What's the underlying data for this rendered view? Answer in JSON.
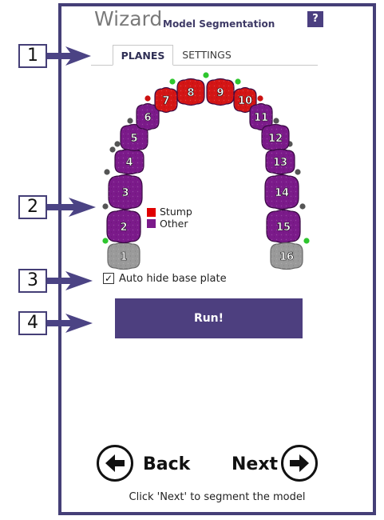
{
  "header": {
    "title": "Wizard",
    "subtitle": "Model Segmentation",
    "help_label": "?"
  },
  "tabs": [
    {
      "label": "PLANES",
      "active": true
    },
    {
      "label": "SETTINGS",
      "active": false
    }
  ],
  "callouts": [
    "1",
    "2",
    "3",
    "4"
  ],
  "teeth": {
    "numbers": [
      "1",
      "2",
      "3",
      "4",
      "5",
      "6",
      "7",
      "8",
      "9",
      "10",
      "11",
      "12",
      "13",
      "14",
      "15",
      "16"
    ],
    "types": [
      "base",
      "other",
      "other",
      "other",
      "other",
      "other",
      "stump",
      "stump",
      "stump",
      "stump",
      "other",
      "other",
      "other",
      "other",
      "other",
      "base"
    ]
  },
  "legend": [
    {
      "label": "Stump",
      "color": "#e00000"
    },
    {
      "label": "Other",
      "color": "#7b1a8a"
    }
  ],
  "colors": {
    "accent": "#4d3f7f",
    "stump": "#d41515",
    "other": "#7b1a8a",
    "base": "#9a9a9a",
    "dot_green": "#2ec62e",
    "dot_red": "#cc1111",
    "dot_gray": "#555555"
  },
  "options": {
    "auto_hide_label": "Auto hide base plate",
    "auto_hide_checked": true,
    "checkmark": "✓"
  },
  "actions": {
    "run_label": "Run!",
    "back_label": "Back",
    "next_label": "Next"
  },
  "footer": {
    "hint": "Click 'Next' to segment the model"
  }
}
